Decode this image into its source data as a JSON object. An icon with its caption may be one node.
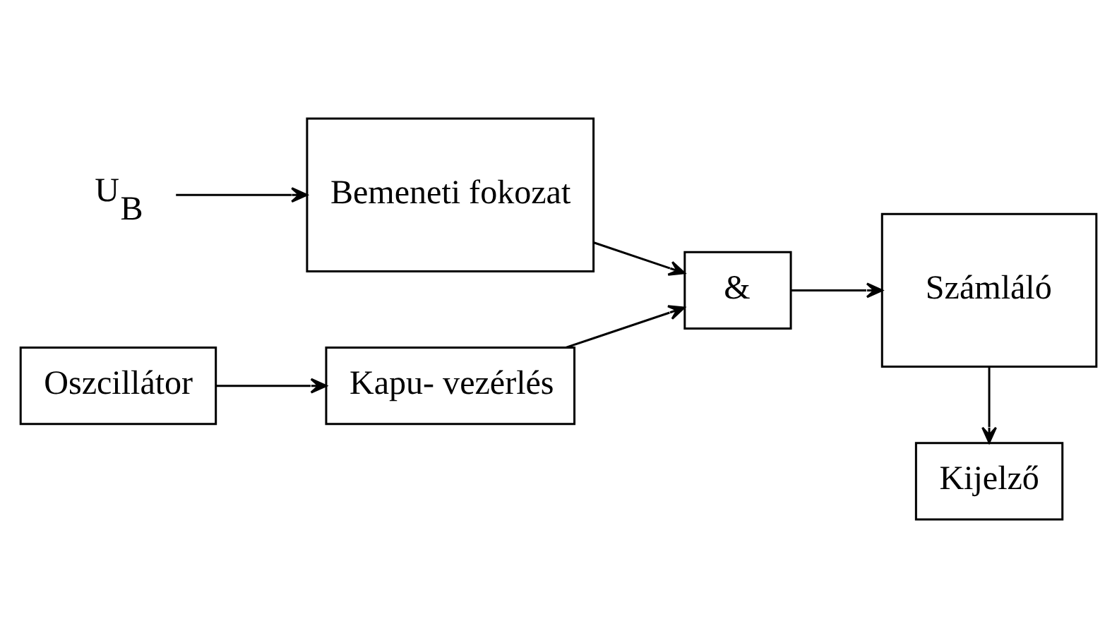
{
  "diagram": {
    "nodes": [
      {
        "text": [
          "U$_{B}$"
        ]
      },
      {
        "text": [
          "Bemeneti fokozat"
        ]
      },
      {
        "text": [
          "&"
        ]
      },
      {
        "text": [
          "Számláló"
        ]
      },
      {
        "text": [
          "Kijelző"
        ]
      },
      {
        "text": [
          "Oszcillátor"
        ]
      },
      {
        "text": [
          "Kapu- vezérlés"
        ]
      }
    ],
    "edges": [
      {
        "from": 0,
        "to": 1,
        "arrow": "to"
      },
      {
        "from": 1,
        "to": 2,
        "arrow": "to"
      },
      {
        "from": 6,
        "to": 2,
        "arrow": "to"
      },
      {
        "from": 2,
        "to": 3,
        "arrow": "to"
      },
      {
        "from": 3,
        "to": 4,
        "arrow": "to"
      },
      {
        "from": 5,
        "to": 6,
        "arrow": "to"
      }
    ]
  }
}
